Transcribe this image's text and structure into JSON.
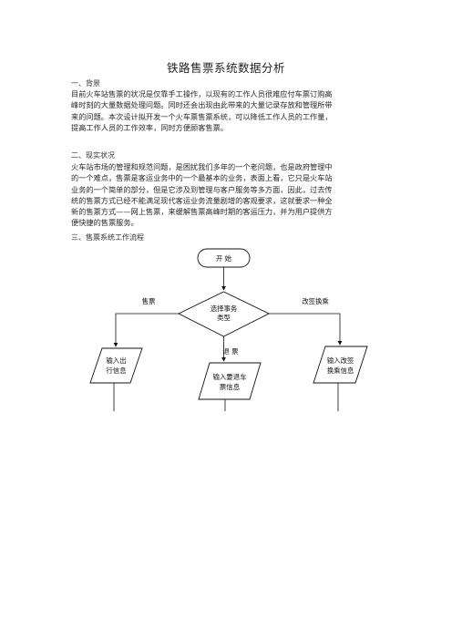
{
  "document": {
    "title": "铁路售票系统数据分析",
    "sections": [
      {
        "heading": "一、背景",
        "lines": [
          "目前火车站售票的状况是仅靠手工操作，以现有的工作人员很难应付车票订购高",
          "峰时刻的大量数据处理问题。同时还会出现由此带来的大量记录存放和管理所带",
          "来的问题。本次设计拟开发一个火车票售票系统，可以降低工作人员的工作量，",
          "提高工作人员的工作效率，同时方便顾客售票。"
        ]
      },
      {
        "heading": "二、现实状况",
        "lines": [
          "火车站市场的管理和规范问题，是困扰我们多年的一个老问题，也是政府管理中",
          "的一个难点，售票是客运业务中的一个最基本的业务，表面上看，它只是火车站",
          "业务的一个简单的部分，但是它涉及到管理与客户服务等多方面，因此，过去传",
          "统的售票方式已经不能满足现代客运业务流量剧增的客观要求，这就要求一种全",
          "新的售票方式——网上售票，来缓解售票高峰时期的客运压力，并为用户提供方",
          "便快捷的售票服务。"
        ]
      },
      {
        "heading": "三、售票系统工作流程",
        "lines": []
      }
    ]
  },
  "flowchart": {
    "start": "开    始",
    "decision": [
      "选择事务",
      "类型"
    ],
    "branch_left": "售票",
    "branch_middle": "退    票",
    "branch_right": "改签换乘",
    "box_left": [
      "输入出",
      "行信息"
    ],
    "box_middle": [
      "输入要退车",
      "票信息"
    ],
    "box_right": [
      "输入改签",
      "换乘信息"
    ]
  }
}
